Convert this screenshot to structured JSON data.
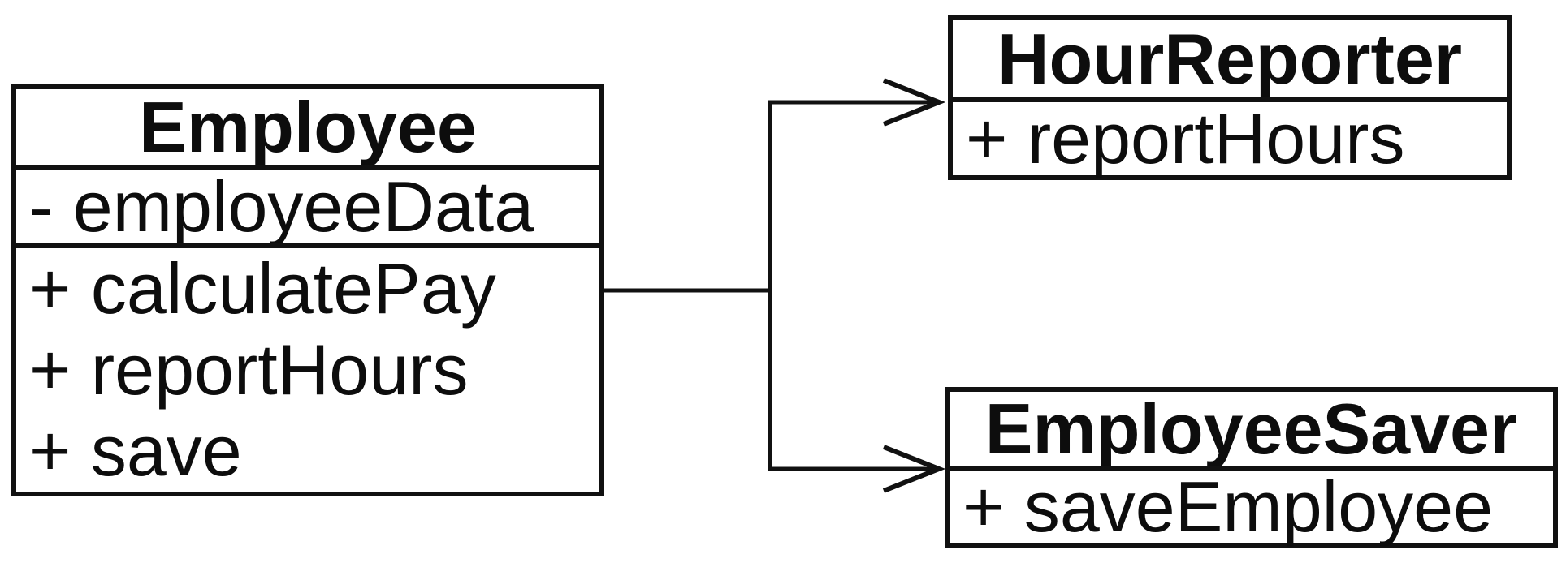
{
  "diagram": {
    "type": "uml-class-diagram",
    "colors": {
      "line": "#111111",
      "text": "#0d0d0d",
      "background": "#ffffff"
    },
    "classes": [
      {
        "name": "Employee",
        "attributes": [
          "- employeeData"
        ],
        "methods": [
          "+ calculatePay",
          "+ reportHours",
          "+ save"
        ]
      },
      {
        "name": "HourReporter",
        "attributes": [],
        "methods": [
          "+ reportHours"
        ]
      },
      {
        "name": "EmployeeSaver",
        "attributes": [],
        "methods": [
          "+ saveEmployee"
        ]
      }
    ],
    "relations": [
      {
        "from": "Employee",
        "to": "HourReporter",
        "style": "open-arrow"
      },
      {
        "from": "Employee",
        "to": "EmployeeSaver",
        "style": "open-arrow"
      }
    ]
  }
}
